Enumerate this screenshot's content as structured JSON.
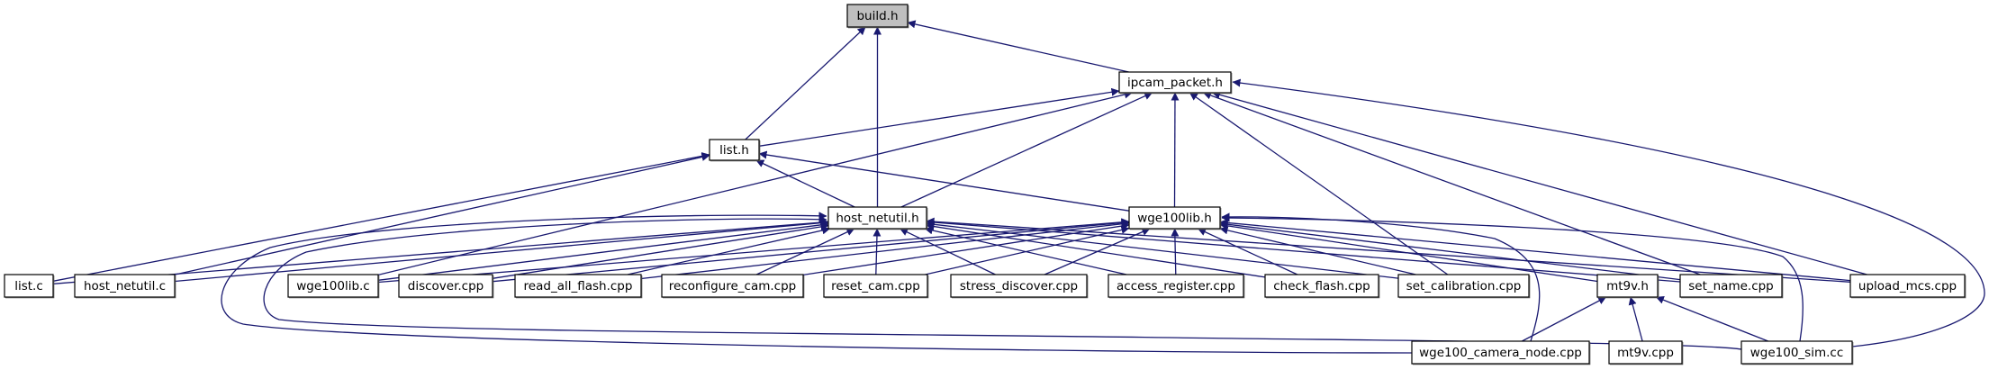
{
  "title": "build.h include dependency graph",
  "colors": {
    "edge": "#191970",
    "root_fill": "#bfbfbf",
    "node_fill": "#ffffff",
    "node_border": "#000000"
  },
  "nodes": [
    {
      "id": "build_h",
      "label": "build.h",
      "root": true
    },
    {
      "id": "ipcam_packet_h",
      "label": "ipcam_packet.h"
    },
    {
      "id": "list_h",
      "label": "list.h"
    },
    {
      "id": "host_netutil_h",
      "label": "host_netutil.h"
    },
    {
      "id": "wge100lib_h",
      "label": "wge100lib.h"
    },
    {
      "id": "list_c",
      "label": "list.c"
    },
    {
      "id": "host_netutil_c",
      "label": "host_netutil.c"
    },
    {
      "id": "wge100lib_c",
      "label": "wge100lib.c"
    },
    {
      "id": "discover_cpp",
      "label": "discover.cpp"
    },
    {
      "id": "read_all_flash_cpp",
      "label": "read_all_flash.cpp"
    },
    {
      "id": "reconfigure_cam_cpp",
      "label": "reconfigure_cam.cpp"
    },
    {
      "id": "reset_cam_cpp",
      "label": "reset_cam.cpp"
    },
    {
      "id": "stress_discover_cpp",
      "label": "stress_discover.cpp"
    },
    {
      "id": "access_register_cpp",
      "label": "access_register.cpp"
    },
    {
      "id": "check_flash_cpp",
      "label": "check_flash.cpp"
    },
    {
      "id": "set_calibration_cpp",
      "label": "set_calibration.cpp"
    },
    {
      "id": "mt9v_h",
      "label": "mt9v.h"
    },
    {
      "id": "set_name_cpp",
      "label": "set_name.cpp"
    },
    {
      "id": "upload_mcs_cpp",
      "label": "upload_mcs.cpp"
    },
    {
      "id": "wge100_camera_node_cpp",
      "label": "wge100_camera_node.cpp"
    },
    {
      "id": "mt9v_cpp",
      "label": "mt9v.cpp"
    },
    {
      "id": "wge100_sim_cc",
      "label": "wge100_sim.cc"
    }
  ],
  "edges": [
    {
      "from": "ipcam_packet_h",
      "to": "build_h"
    },
    {
      "from": "list_h",
      "to": "build_h"
    },
    {
      "from": "host_netutil_h",
      "to": "build_h"
    },
    {
      "from": "list_h",
      "to": "ipcam_packet_h"
    },
    {
      "from": "host_netutil_h",
      "to": "ipcam_packet_h"
    },
    {
      "from": "wge100lib_h",
      "to": "ipcam_packet_h"
    },
    {
      "from": "wge100lib_c",
      "to": "ipcam_packet_h"
    },
    {
      "from": "set_calibration_cpp",
      "to": "ipcam_packet_h"
    },
    {
      "from": "set_name_cpp",
      "to": "ipcam_packet_h"
    },
    {
      "from": "upload_mcs_cpp",
      "to": "ipcam_packet_h"
    },
    {
      "from": "wge100_sim_cc",
      "to": "ipcam_packet_h"
    },
    {
      "from": "host_netutil_h",
      "to": "list_h"
    },
    {
      "from": "wge100lib_h",
      "to": "list_h"
    },
    {
      "from": "list_c",
      "to": "list_h"
    },
    {
      "from": "host_netutil_c",
      "to": "list_h"
    },
    {
      "from": "list_c",
      "to": "host_netutil_h"
    },
    {
      "from": "host_netutil_c",
      "to": "host_netutil_h"
    },
    {
      "from": "wge100lib_c",
      "to": "host_netutil_h"
    },
    {
      "from": "discover_cpp",
      "to": "host_netutil_h"
    },
    {
      "from": "read_all_flash_cpp",
      "to": "host_netutil_h"
    },
    {
      "from": "reconfigure_cam_cpp",
      "to": "host_netutil_h"
    },
    {
      "from": "reset_cam_cpp",
      "to": "host_netutil_h"
    },
    {
      "from": "stress_discover_cpp",
      "to": "host_netutil_h"
    },
    {
      "from": "access_register_cpp",
      "to": "host_netutil_h"
    },
    {
      "from": "check_flash_cpp",
      "to": "host_netutil_h"
    },
    {
      "from": "set_calibration_cpp",
      "to": "host_netutil_h"
    },
    {
      "from": "set_name_cpp",
      "to": "host_netutil_h"
    },
    {
      "from": "upload_mcs_cpp",
      "to": "host_netutil_h"
    },
    {
      "from": "wge100_camera_node_cpp",
      "to": "host_netutil_h"
    },
    {
      "from": "wge100_sim_cc",
      "to": "host_netutil_h"
    },
    {
      "from": "wge100lib_c",
      "to": "wge100lib_h"
    },
    {
      "from": "discover_cpp",
      "to": "wge100lib_h"
    },
    {
      "from": "read_all_flash_cpp",
      "to": "wge100lib_h"
    },
    {
      "from": "reconfigure_cam_cpp",
      "to": "wge100lib_h"
    },
    {
      "from": "reset_cam_cpp",
      "to": "wge100lib_h"
    },
    {
      "from": "stress_discover_cpp",
      "to": "wge100lib_h"
    },
    {
      "from": "access_register_cpp",
      "to": "wge100lib_h"
    },
    {
      "from": "check_flash_cpp",
      "to": "wge100lib_h"
    },
    {
      "from": "set_calibration_cpp",
      "to": "wge100lib_h"
    },
    {
      "from": "mt9v_h",
      "to": "wge100lib_h"
    },
    {
      "from": "set_name_cpp",
      "to": "wge100lib_h"
    },
    {
      "from": "upload_mcs_cpp",
      "to": "wge100lib_h"
    },
    {
      "from": "wge100_camera_node_cpp",
      "to": "wge100lib_h"
    },
    {
      "from": "wge100_sim_cc",
      "to": "wge100lib_h"
    },
    {
      "from": "wge100_camera_node_cpp",
      "to": "mt9v_h"
    },
    {
      "from": "mt9v_cpp",
      "to": "mt9v_h"
    },
    {
      "from": "wge100_sim_cc",
      "to": "mt9v_h"
    }
  ]
}
